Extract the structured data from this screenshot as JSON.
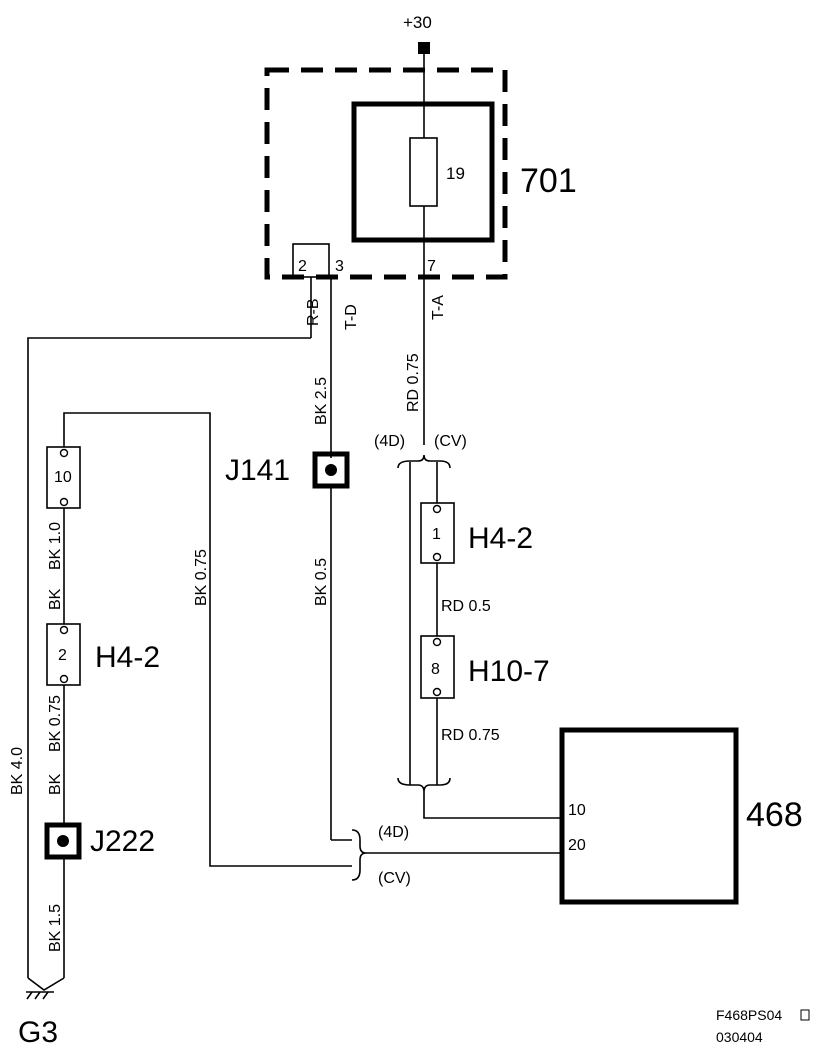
{
  "supply": "+30",
  "fuse_box": {
    "id": "701",
    "fuse": "19",
    "pins": [
      "2",
      "3",
      "7"
    ]
  },
  "wires": {
    "pin2_color": "R-B",
    "pin3_color": "T-D",
    "pin7_color": "T-A",
    "pin3_main": "BK 2.5",
    "pin7_main": "RD 0.75",
    "j141_down": "BK 0.5",
    "h4_1_to_h10_7": "RD  0.5",
    "h10_7_down": "RD  0.75",
    "bk_075_long": "BK 0.75",
    "left_main": "BK 4.0",
    "h4_10_to_h4_2": "BK 1.0",
    "h4_10_to_h4_2_prefix": "BK",
    "h4_2_down": "BK 0.75",
    "h4_2_down_prefix": "BK",
    "j222_down": "BK 1.5"
  },
  "variants": {
    "top_a": "(4D)",
    "top_b": "(CV)",
    "bottom_a": "(4D)",
    "bottom_b": "(CV)"
  },
  "connectors": {
    "h4_10": {
      "pin": "10"
    },
    "h4_2_pin2": {
      "pin": "2",
      "label": "H4-2"
    },
    "h4_2_pin1": {
      "pin": "1",
      "label": "H4-2"
    },
    "h10_7": {
      "pin": "8",
      "label": "H10-7"
    }
  },
  "splices": {
    "j141": "J141",
    "j222": "J222"
  },
  "module": {
    "id": "468",
    "pins": [
      "10",
      "20"
    ]
  },
  "ground": "G3",
  "footer": {
    "code": "F468PS04",
    "date": "030404"
  }
}
